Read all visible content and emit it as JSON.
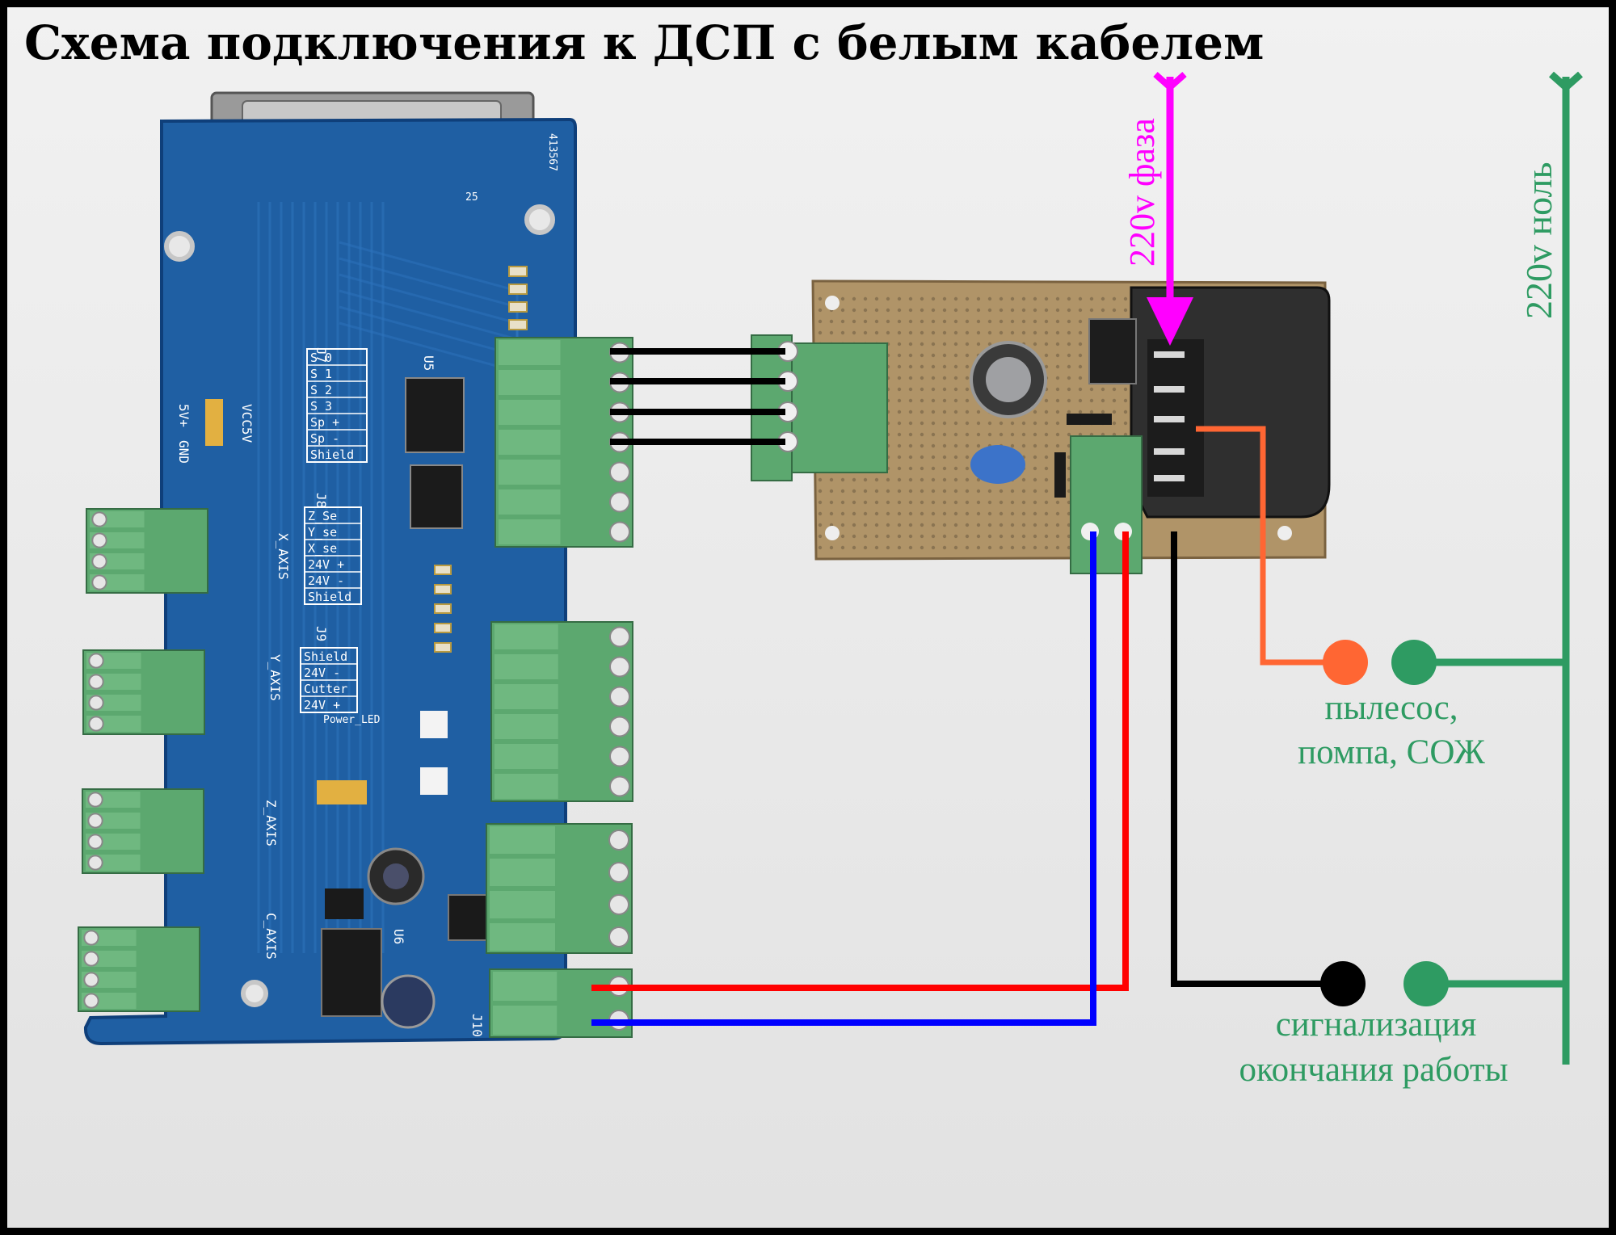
{
  "title": "Схема подключения к ДСП с белым кабелем",
  "colors": {
    "background": "#ebebeb",
    "frame": "#000000",
    "phase": "#ff00ff",
    "neutral": "#2e9b62",
    "orange_wire": "#ff6633",
    "red_wire": "#ff0000",
    "blue_wire": "#0000ff",
    "black_wire": "#000000",
    "pcb_blue": "#1f5fa3",
    "relay_board": "#b09468",
    "terminal_green": "#5ca86f"
  },
  "labels": {
    "phase": "220v фаза",
    "neutral": "220v ноль",
    "load": [
      "пылесос,",
      "помпа, СОЖ"
    ],
    "signal": [
      "сигнализация",
      "окончания работы"
    ]
  },
  "pcb_silkscreen": {
    "j7": "J7",
    "j7_pins": [
      "S 0",
      "S 1",
      "S 2",
      "S 3",
      "Sp +",
      "Sp -",
      "Shield"
    ],
    "j8": "J8",
    "j8_pins": [
      "Z_Se",
      "Y_se",
      "X_se",
      "24V +",
      "24V -",
      "Shield"
    ],
    "j9": "J9",
    "j9_pins": [
      "Shield",
      "24V -",
      "Cutter",
      "24V +"
    ],
    "axes": [
      "X_AXIS",
      "Y_AXIS",
      "Z_AXIS",
      "C_AXIS"
    ],
    "misc": [
      "VCC5V",
      "GND",
      "5V+",
      "U5",
      "U6",
      "Power_LED",
      "J10",
      "413567",
      "25"
    ]
  }
}
